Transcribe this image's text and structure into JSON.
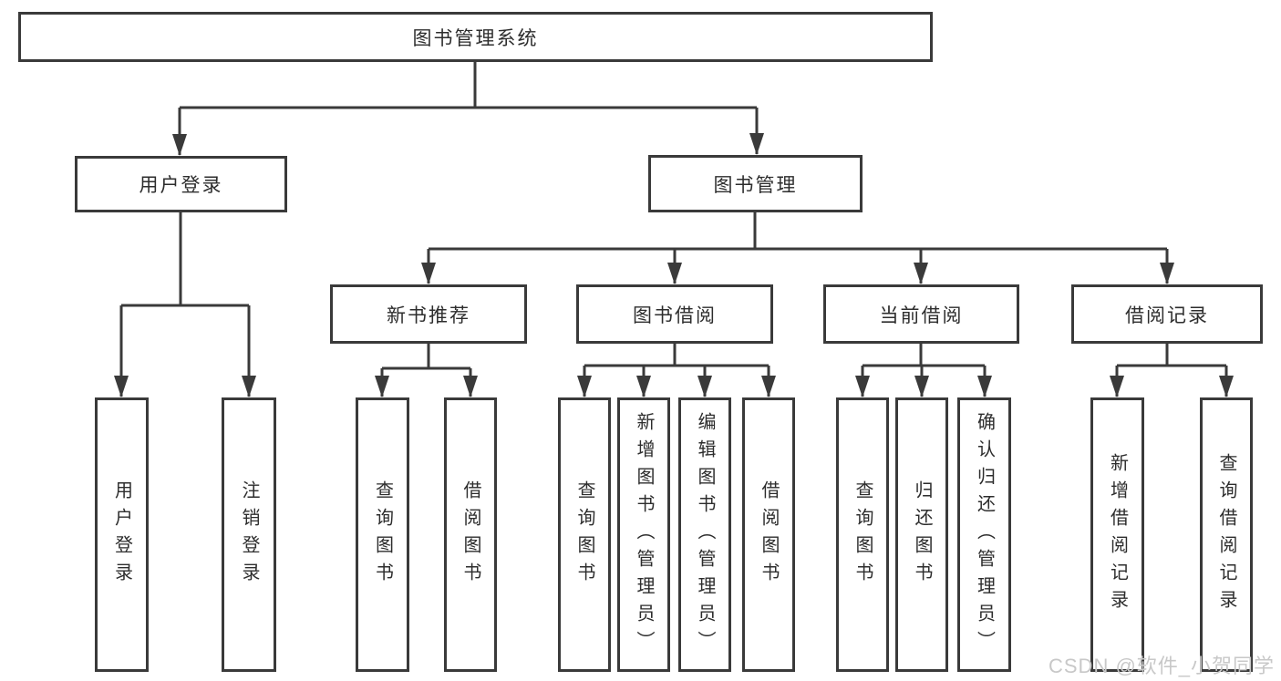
{
  "diagram": {
    "root": {
      "label": "图书管理系统"
    },
    "branches": [
      {
        "label": "用户登录",
        "children": [
          {
            "label": "用户登录"
          },
          {
            "label": "注销登录"
          }
        ]
      },
      {
        "label": "图书管理",
        "children": [
          {
            "label": "新书推荐",
            "children": [
              {
                "label": "查询图书"
              },
              {
                "label": "借阅图书"
              }
            ]
          },
          {
            "label": "图书借阅",
            "children": [
              {
                "label": "查询图书"
              },
              {
                "label": "新增图书（管理员）"
              },
              {
                "label": "编辑图书（管理员）"
              },
              {
                "label": "借阅图书"
              }
            ]
          },
          {
            "label": "当前借阅",
            "children": [
              {
                "label": "查询图书"
              },
              {
                "label": "归还图书"
              },
              {
                "label": "确认归还（管理员）"
              }
            ]
          },
          {
            "label": "借阅记录",
            "children": [
              {
                "label": "新增借阅记录"
              },
              {
                "label": "查询借阅记录"
              }
            ]
          }
        ]
      }
    ]
  },
  "watermark": {
    "text": "CSDN @软件_小贺同学"
  },
  "colors": {
    "line": "#3a3a3a",
    "text": "#2d2d2d",
    "background": "#ffffff",
    "watermark": "#c8c8c8"
  }
}
